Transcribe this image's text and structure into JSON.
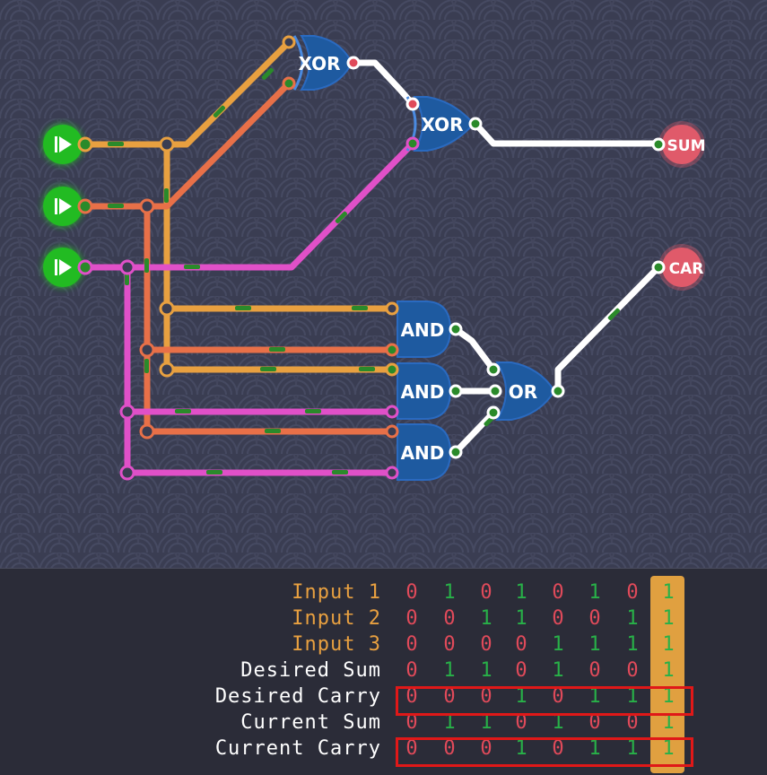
{
  "gates": {
    "xor1": "XOR",
    "xor2": "XOR",
    "and1": "AND",
    "and2": "AND",
    "and3": "AND",
    "or1": "OR"
  },
  "outputs": {
    "sum": "SUM",
    "carry": "CAR"
  },
  "inputs": [
    {
      "icon": "play-icon"
    },
    {
      "icon": "play-icon"
    },
    {
      "icon": "play-icon"
    }
  ],
  "colors": {
    "wire_input1": "#e8a040",
    "wire_input2": "#e87048",
    "wire_input3": "#e050c8",
    "wire_output": "#ffffff",
    "gate_fill": "#1e5aa0",
    "input_node": "#22bb22",
    "output_node": "#e05a6a",
    "bit_zero": "#e04a5a",
    "bit_one": "#28b048",
    "highlight_column": "#e0a040",
    "mismatch_box": "#e01818"
  },
  "truth_table": {
    "rows": [
      {
        "label": "Input 1",
        "bits": [
          "0",
          "1",
          "0",
          "1",
          "0",
          "1",
          "0",
          "1"
        ]
      },
      {
        "label": "Input 2",
        "bits": [
          "0",
          "0",
          "1",
          "1",
          "0",
          "0",
          "1",
          "1"
        ]
      },
      {
        "label": "Input 3",
        "bits": [
          "0",
          "0",
          "0",
          "0",
          "1",
          "1",
          "1",
          "1"
        ]
      },
      {
        "label": "Desired Sum",
        "bits": [
          "0",
          "1",
          "1",
          "0",
          "1",
          "0",
          "0",
          "1"
        ]
      },
      {
        "label": "Desired Carry",
        "bits": [
          "0",
          "0",
          "0",
          "1",
          "0",
          "1",
          "1",
          "1"
        ]
      },
      {
        "label": "Current Sum",
        "bits": [
          "0",
          "1",
          "1",
          "0",
          "1",
          "0",
          "0",
          "1"
        ]
      },
      {
        "label": "Current Carry",
        "bits": [
          "0",
          "0",
          "0",
          "1",
          "0",
          "1",
          "1",
          "1"
        ]
      }
    ],
    "highlighted_column": 7,
    "boxed_rows": [
      4,
      6
    ]
  }
}
